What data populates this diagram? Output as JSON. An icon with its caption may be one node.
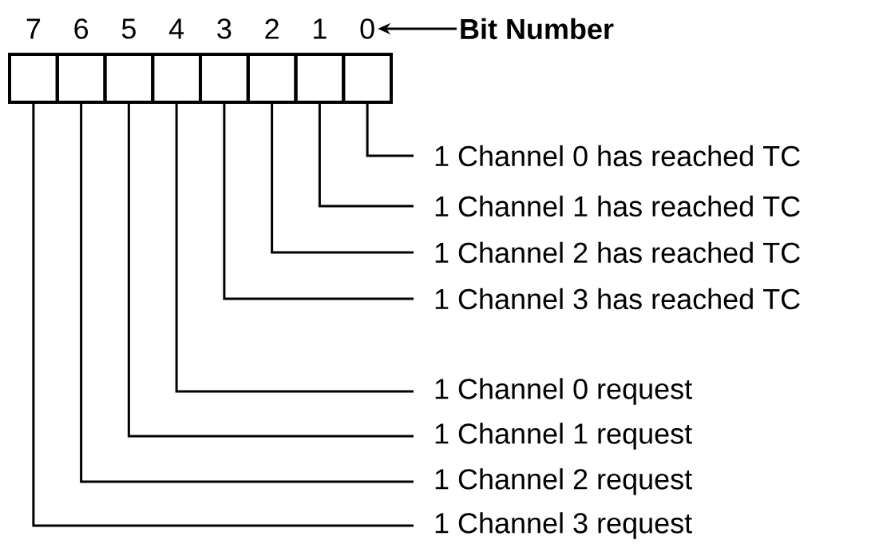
{
  "diagram": {
    "nodes": [
      {
        "text": [
          "Bit Number"
        ]
      },
      {
        "text": [
          "7"
        ]
      },
      {
        "text": [
          "6"
        ]
      },
      {
        "text": [
          "5"
        ]
      },
      {
        "text": [
          "4"
        ]
      },
      {
        "text": [
          "3"
        ]
      },
      {
        "text": [
          "2"
        ]
      },
      {
        "text": [
          "1"
        ]
      },
      {
        "text": [
          "0"
        ]
      },
      {
        "text": [
          "1 Channel 0 has reached TC"
        ]
      },
      {
        "text": [
          "1 Channel 1 has reached TC"
        ]
      },
      {
        "text": [
          "1 Channel 2 has reached TC"
        ]
      },
      {
        "text": [
          "1 Channel 3 has reached TC"
        ]
      },
      {
        "text": [
          "1 Channel 0 request"
        ]
      },
      {
        "text": [
          "1 Channel 1 request"
        ]
      },
      {
        "text": [
          "1 Channel 2 request"
        ]
      },
      {
        "text": [
          "1 Channel 3 request"
        ]
      }
    ],
    "edges": [
      {
        "from": 0,
        "to": 8,
        "arrow": "to"
      },
      {
        "from": 8,
        "to": 9,
        "arrow": "none"
      },
      {
        "from": 7,
        "to": 10,
        "arrow": "none"
      },
      {
        "from": 6,
        "to": 11,
        "arrow": "none"
      },
      {
        "from": 5,
        "to": 12,
        "arrow": "none"
      },
      {
        "from": 4,
        "to": 13,
        "arrow": "none"
      },
      {
        "from": 3,
        "to": 14,
        "arrow": "none"
      },
      {
        "from": 2,
        "to": 15,
        "arrow": "none"
      },
      {
        "from": 1,
        "to": 16,
        "arrow": "none"
      }
    ]
  }
}
